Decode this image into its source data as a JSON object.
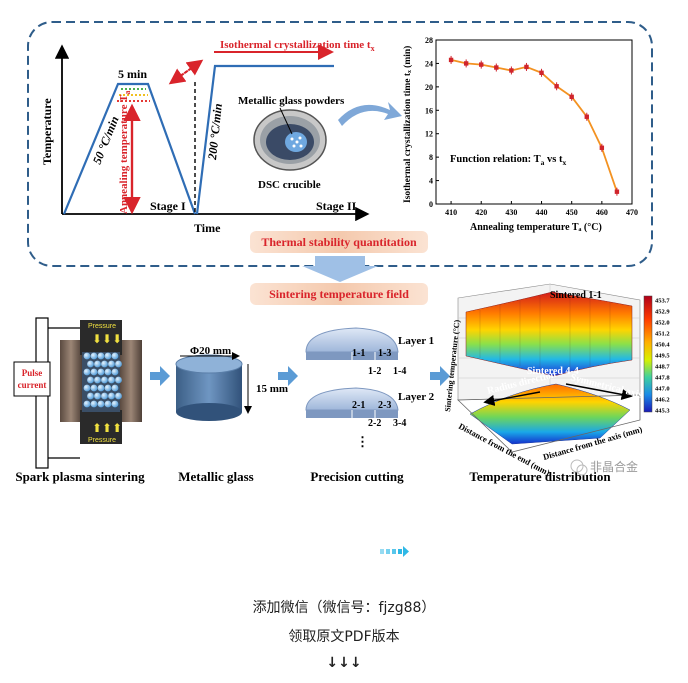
{
  "top_panel": {
    "schematic": {
      "ylabel": "Temperature",
      "xlabel": "Time",
      "hold_label": "5 min",
      "heat_rate_label": "50 °C/min",
      "anneal_label": "Annealing temperature T",
      "anneal_sub": "a",
      "fast_rate_label": "200 °C/min",
      "iso_label": "Isothermal crystallization time t",
      "iso_sub": "x",
      "stage1": "Stage I",
      "stage2": "Stage II",
      "powders_label": "Metallic glass powders",
      "crucible_label": "DSC crucible"
    },
    "plot": {
      "chart_data": {
        "type": "scatter",
        "xlabel": "Annealing temperature Tₐ (°C)",
        "ylabel": "Isothermal crystallization time tₓ (min)",
        "xlim": [
          405,
          470
        ],
        "ylim": [
          0,
          28
        ],
        "xticks": [
          "410",
          "420",
          "430",
          "440",
          "450",
          "460",
          "470"
        ],
        "yticks": [
          "0",
          "4",
          "8",
          "12",
          "16",
          "20",
          "24",
          "28"
        ],
        "x": [
          410,
          415,
          420,
          425,
          430,
          435,
          440,
          445,
          450,
          455,
          460,
          465
        ],
        "y": [
          24.6,
          24.0,
          23.8,
          23.3,
          22.8,
          23.4,
          22.4,
          20.1,
          18.3,
          14.9,
          9.6,
          2.1
        ],
        "annotation_prefix": "Function relation: T",
        "annotation_mid": " vs t",
        "annotation_sub1": "a",
        "annotation_sub2": "x",
        "marker_color": "#d0242b",
        "fit_color": "#f39221"
      }
    }
  },
  "banners": {
    "thermal": "Thermal stability quantitation",
    "sintering": "Sintering temperature field"
  },
  "bottom_panel": {
    "sps": {
      "pressure_top": "Pressure",
      "pressure_bottom": "Pressure",
      "pulse_line1": "Pulse",
      "pulse_line2": "current",
      "caption": "Spark plasma sintering"
    },
    "cylinder": {
      "diameter": "Φ20 mm",
      "height": "15 mm",
      "caption": "Metallic glass"
    },
    "cutting": {
      "layer1": "Layer 1",
      "layer2": "Layer 2",
      "l1_labels": [
        "1-1",
        "1-3",
        "1-2",
        "1-4"
      ],
      "l2_labels": [
        "2-1",
        "2-3",
        "2-2",
        "3-4"
      ],
      "dots": "⋮",
      "caption": "Precision cutting"
    },
    "surface": {
      "label_top": "Sintered 1-1",
      "label_bottom": "Sintered 4-4",
      "radius_dir": "Radius direction",
      "sym_axis": "Symmetrical axis",
      "zlabel": "Sintering temperature (°C)",
      "xlabel": "Distance from the end (mm)",
      "ylabel": "Distance from the axis (mm)",
      "colorbar_ticks": [
        "453.7",
        "452.9",
        "452.0",
        "451.2",
        "450.4",
        "449.5",
        "448.7",
        "447.8",
        "447.0",
        "446.2",
        "445.3"
      ],
      "caption": "Temperature distribution"
    }
  },
  "watermark": "非晶合金",
  "footer": {
    "line1": "添加微信（微信号：fjzg88）",
    "line2": "领取原文PDF版本",
    "arrows": "↓↓↓"
  },
  "colors": {
    "dash_border": "#2f5d8a",
    "banner_red": "#d9242b",
    "banner_bg": "#f6d3bd",
    "arrow_blue": "#7fa8d8",
    "footer_arrow": "#2eb8e6"
  }
}
